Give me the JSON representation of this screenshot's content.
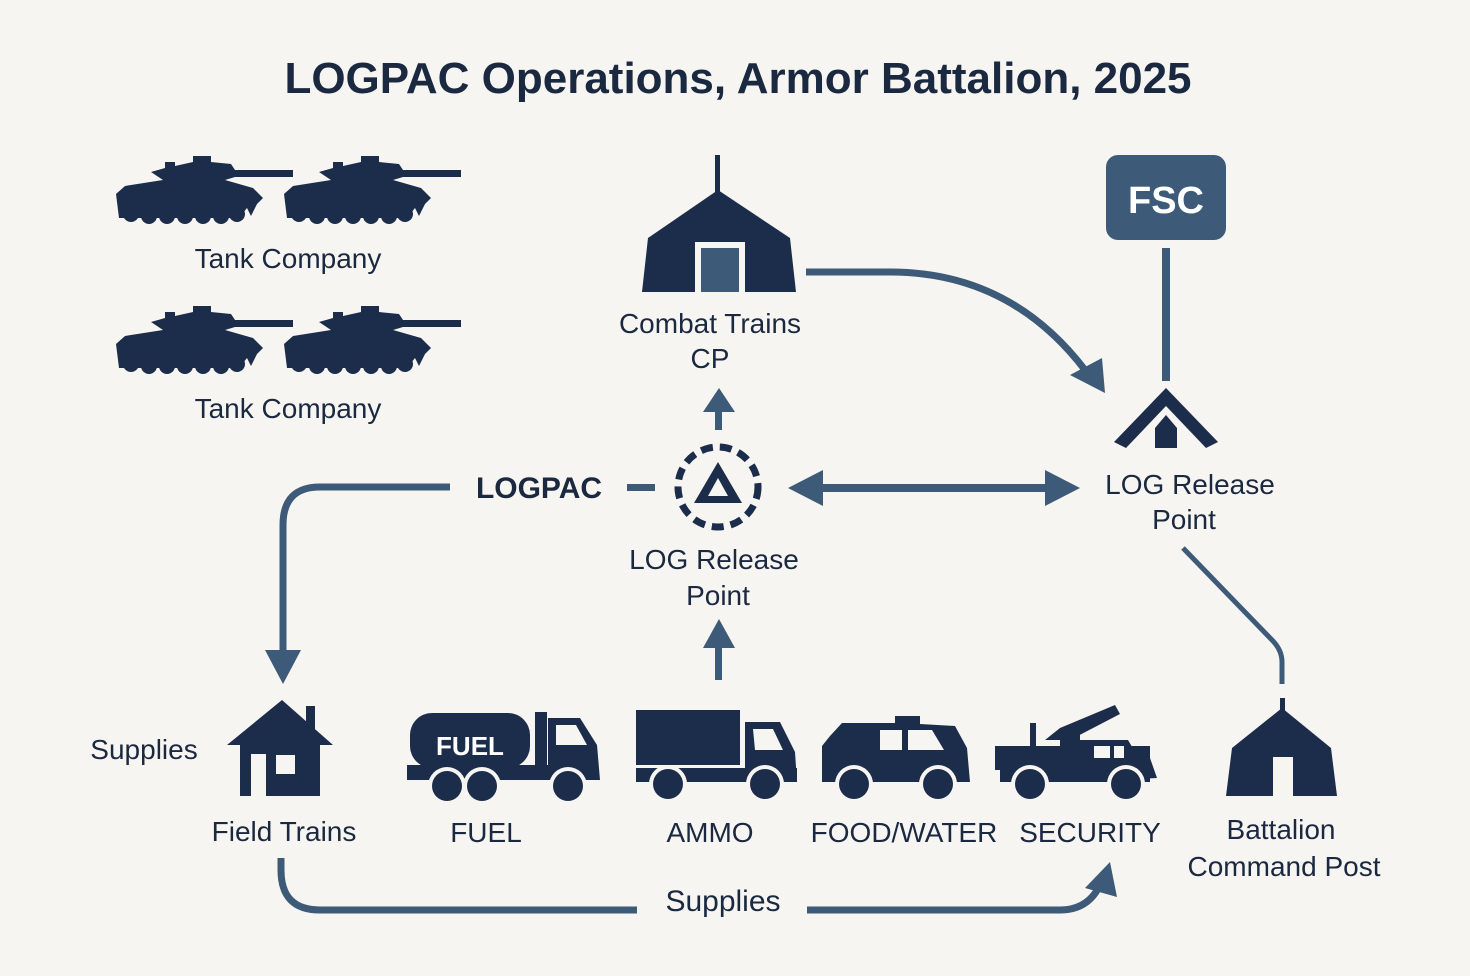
{
  "title": "LOGPAC Operations, Armor Battalion, 2025",
  "colors": {
    "background": "#f7f5f1",
    "icon": "#1c2d4b",
    "connector": "#3d5a78",
    "text": "#1a2840",
    "fsc_box": "#3d5a78",
    "fsc_text": "#ffffff"
  },
  "nodes": {
    "tank_company_1": {
      "label": "Tank Company",
      "icon": "tank-icon"
    },
    "tank_company_2": {
      "label": "Tank Company",
      "icon": "tank-icon"
    },
    "combat_trains": {
      "label_line1": "Combat Trains",
      "label_line2": "CP",
      "icon": "tent-icon"
    },
    "fsc": {
      "label": "FSC"
    },
    "log_release_right": {
      "label_line1": "LOG Release",
      "label_line2": "Point",
      "icon": "release-point-icon"
    },
    "log_release_center": {
      "label_line1": "LOG Release",
      "label_line2": "Point",
      "icon": "dashed-circle-triangle-icon"
    },
    "logpac": {
      "label": "LOGPAC"
    },
    "field_trains": {
      "label": "Field Trains",
      "side_label": "Supplies",
      "icon": "house-icon"
    },
    "fuel": {
      "label": "FUEL",
      "tank_text": "FUEL",
      "icon": "fuel-truck-icon"
    },
    "ammo": {
      "label": "AMMO",
      "icon": "cargo-truck-icon"
    },
    "food_water": {
      "label": "FOOD/WATER",
      "icon": "van-icon"
    },
    "security": {
      "label": "SECURITY",
      "icon": "gun-truck-icon"
    },
    "battalion_cp": {
      "label_line1": "Battalion",
      "label_line2": "Command Post",
      "icon": "tent-icon"
    }
  },
  "connectors": {
    "bottom_flow_label": "Supplies"
  }
}
